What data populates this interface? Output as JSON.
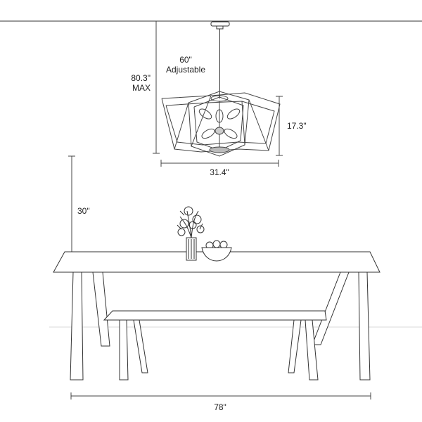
{
  "dimensions": {
    "height_max": "80.3\"",
    "height_max_suffix": "MAX",
    "chain_length": "60\"",
    "chain_adjustable": "Adjustable",
    "fixture_height": "17.3\"",
    "fixture_width": "31.4\"",
    "table_height": "30\"",
    "table_length": "78\""
  },
  "colors": {
    "line": "#333333",
    "dimension_line": "#444444",
    "floor": "#d9d9d9",
    "text": "#222222"
  }
}
